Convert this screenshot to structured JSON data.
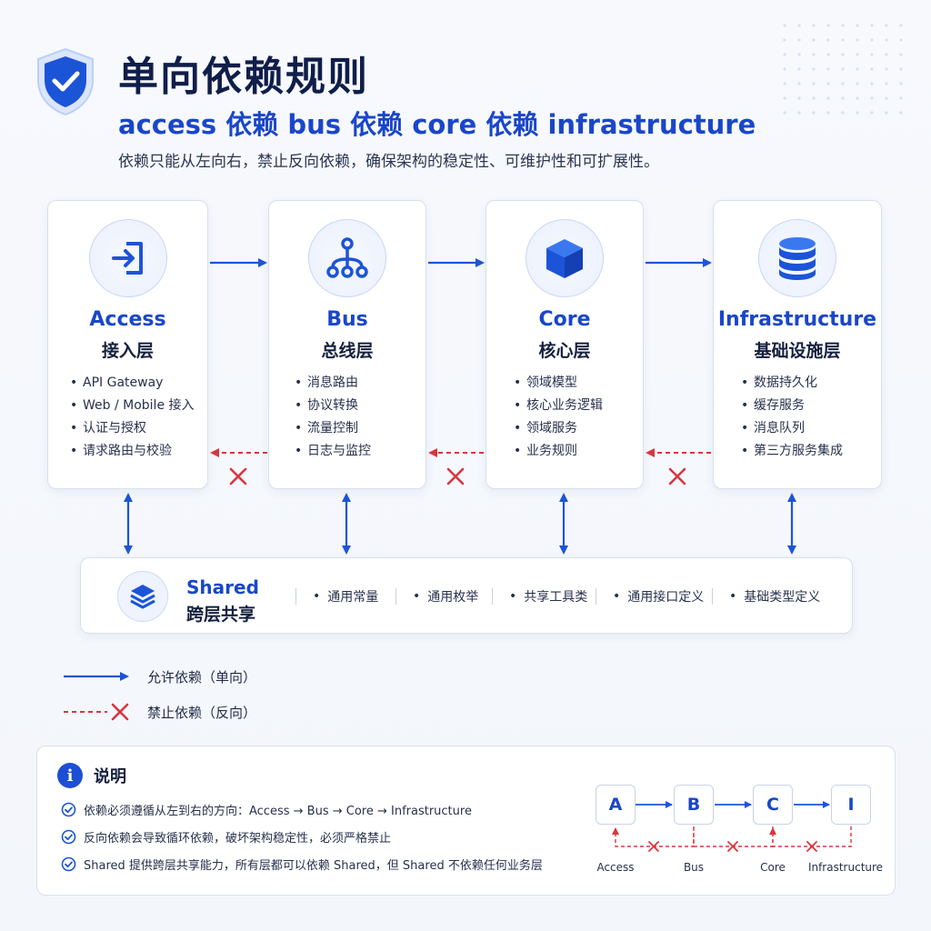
{
  "header": {
    "title": "单向依赖规则",
    "subtitle": "access 依赖 bus 依赖 core 依赖 infrastructure",
    "description": "依赖只能从左向右，禁止反向依赖，确保架构的稳定性、可维护性和可扩展性。"
  },
  "layers": [
    {
      "en": "Access",
      "zh": "接入层",
      "icon": "login-icon",
      "items": [
        "API Gateway",
        "Web / Mobile 接入",
        "认证与授权",
        "请求路由与校验"
      ]
    },
    {
      "en": "Bus",
      "zh": "总线层",
      "icon": "network-icon",
      "items": [
        "消息路由",
        "协议转换",
        "流量控制",
        "日志与监控"
      ]
    },
    {
      "en": "Core",
      "zh": "核心层",
      "icon": "cube-icon",
      "items": [
        "领域模型",
        "核心业务逻辑",
        "领域服务",
        "业务规则"
      ]
    },
    {
      "en": "Infrastructure",
      "zh": "基础设施层",
      "icon": "database-icon",
      "items": [
        "数据持久化",
        "缓存服务",
        "消息队列",
        "第三方服务集成"
      ]
    }
  ],
  "shared": {
    "en": "Shared",
    "zh": "跨层共享",
    "icon": "layers-icon",
    "items": [
      "通用常量",
      "通用枚举",
      "共享工具类",
      "通用接口定义",
      "基础类型定义"
    ]
  },
  "legend": {
    "allowed": "允许依赖（单向）",
    "forbidden": "禁止依赖（反向）"
  },
  "notes": {
    "title": "说明",
    "items": [
      "依赖必须遵循从左到右的方向：Access → Bus → Core → Infrastructure",
      "反向依赖会导致循环依赖，破坏架构稳定性，必须严格禁止",
      "Shared 提供跨层共享能力，所有层都可以依赖 Shared，但 Shared 不依赖任何业务层"
    ]
  },
  "mini_diagram": {
    "boxes": [
      "A",
      "B",
      "C",
      "I"
    ],
    "labels": [
      "Access",
      "Bus",
      "Core",
      "Infrastructure"
    ]
  },
  "colors": {
    "primary": "#1a46c9",
    "forbidden": "#d9363e",
    "text": "#15203f"
  }
}
